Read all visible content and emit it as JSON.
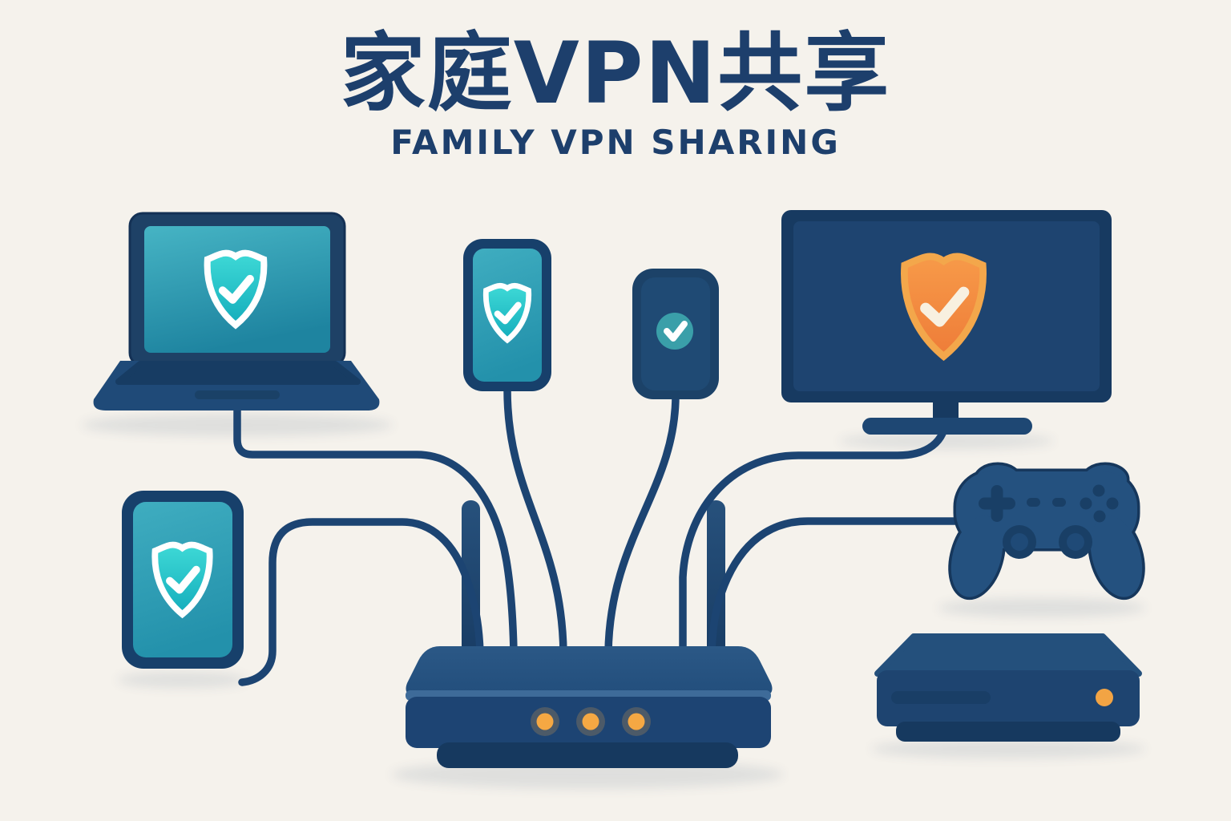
{
  "title": {
    "zh": "家庭VPN共享",
    "en": "FAMILY VPN SHARING",
    "color": "#1d3f6c"
  },
  "page": {
    "background": "#f5f2ec"
  },
  "colors": {
    "navy": "#1e4470",
    "navy_dark": "#16375c",
    "navy_light": "#3e6b99",
    "teal_screen": "#2fa3b5",
    "teal_shield": "#25c4c8",
    "orange_shield": "#f08a42",
    "orange_shield_border": "#f3a74b",
    "led_orange": "#f5a843",
    "cable": "#1c4472",
    "check_white": "#ffffff",
    "check_cream": "#f8f0e0"
  },
  "devices": [
    {
      "id": "laptop",
      "label": "laptop with VPN shield",
      "badge": "teal-shield-check"
    },
    {
      "id": "smartphone-center",
      "label": "smartphone with VPN shield",
      "badge": "teal-shield-check"
    },
    {
      "id": "smartphone-small",
      "label": "small phone with check badge",
      "badge": "teal-circle-check"
    },
    {
      "id": "tv",
      "label": "television with orange VPN shield",
      "badge": "orange-shield-check"
    },
    {
      "id": "game-controller",
      "label": "game controller",
      "badge": "none"
    },
    {
      "id": "tablet-left",
      "label": "tablet with VPN shield",
      "badge": "teal-shield-check"
    },
    {
      "id": "router",
      "label": "wifi router",
      "led_count": 3,
      "antenna_count": 2
    },
    {
      "id": "set-top-box",
      "label": "set-top box",
      "led_count": 1
    }
  ],
  "connections": [
    "laptop-to-router",
    "tablet-left-to-router",
    "smartphone-center-to-router",
    "smartphone-small-to-router",
    "tv-to-router",
    "game-controller-to-router"
  ]
}
